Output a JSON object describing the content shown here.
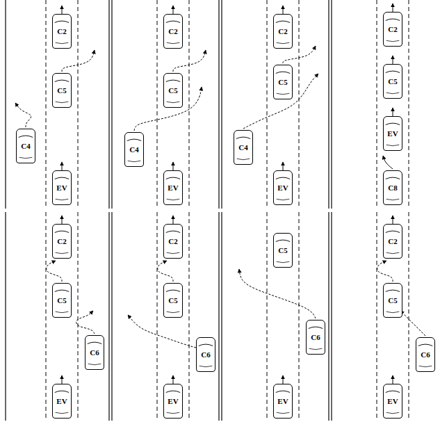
{
  "diagram": {
    "nodes": [
      {
        "text": [
          "C2"
        ]
      },
      {
        "text": [
          "C5"
        ]
      },
      {
        "text": [
          "C4"
        ]
      },
      {
        "text": [
          "EV"
        ]
      },
      {
        "text": [
          "C2"
        ]
      },
      {
        "text": [
          "C5"
        ]
      },
      {
        "text": [
          "C4"
        ]
      },
      {
        "text": [
          "EV"
        ]
      },
      {
        "text": [
          "C2"
        ]
      },
      {
        "text": [
          "C5"
        ]
      },
      {
        "text": [
          "C4"
        ]
      },
      {
        "text": [
          "EV"
        ]
      },
      {
        "text": [
          "C2"
        ]
      },
      {
        "text": [
          "C5"
        ]
      },
      {
        "text": [
          "EV"
        ]
      },
      {
        "text": [
          "C8"
        ]
      },
      {
        "text": [
          "C2"
        ]
      },
      {
        "text": [
          "C5"
        ]
      },
      {
        "text": [
          "C6"
        ]
      },
      {
        "text": [
          "EV"
        ]
      },
      {
        "text": [
          "C2"
        ]
      },
      {
        "text": [
          "C5"
        ]
      },
      {
        "text": [
          "C6"
        ]
      },
      {
        "text": [
          "EV"
        ]
      },
      {
        "text": [
          "C5"
        ]
      },
      {
        "text": [
          "C6"
        ]
      },
      {
        "text": [
          "EV"
        ]
      },
      {
        "text": [
          "C2"
        ]
      },
      {
        "text": [
          "C5"
        ]
      },
      {
        "text": [
          "C6"
        ]
      },
      {
        "text": [
          "EV"
        ]
      }
    ]
  }
}
